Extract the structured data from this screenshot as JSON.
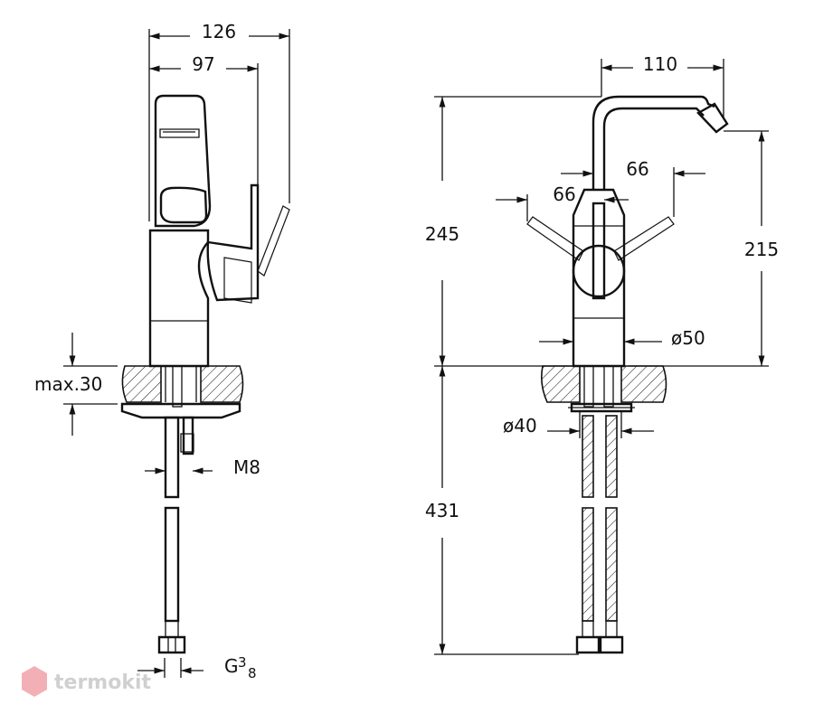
{
  "dimensions": {
    "width_total": "126",
    "width_lever": "97",
    "max_deck": "max.30",
    "rod_thread": "M8",
    "hose_thread_prefix": "G",
    "hose_thread_num": "3",
    "hose_thread_den": "8",
    "spout_reach": "110",
    "lever_swing_left": "66",
    "lever_swing_right": "66",
    "height_total": "245",
    "spout_height": "215",
    "body_diameter": "ø50",
    "hole_diameter": "ø40",
    "hose_length": "431"
  },
  "watermark": {
    "text": "termokit"
  },
  "colors": {
    "line": "#111111",
    "watermark": "#d0d0d0",
    "logo": "#e8707a"
  }
}
